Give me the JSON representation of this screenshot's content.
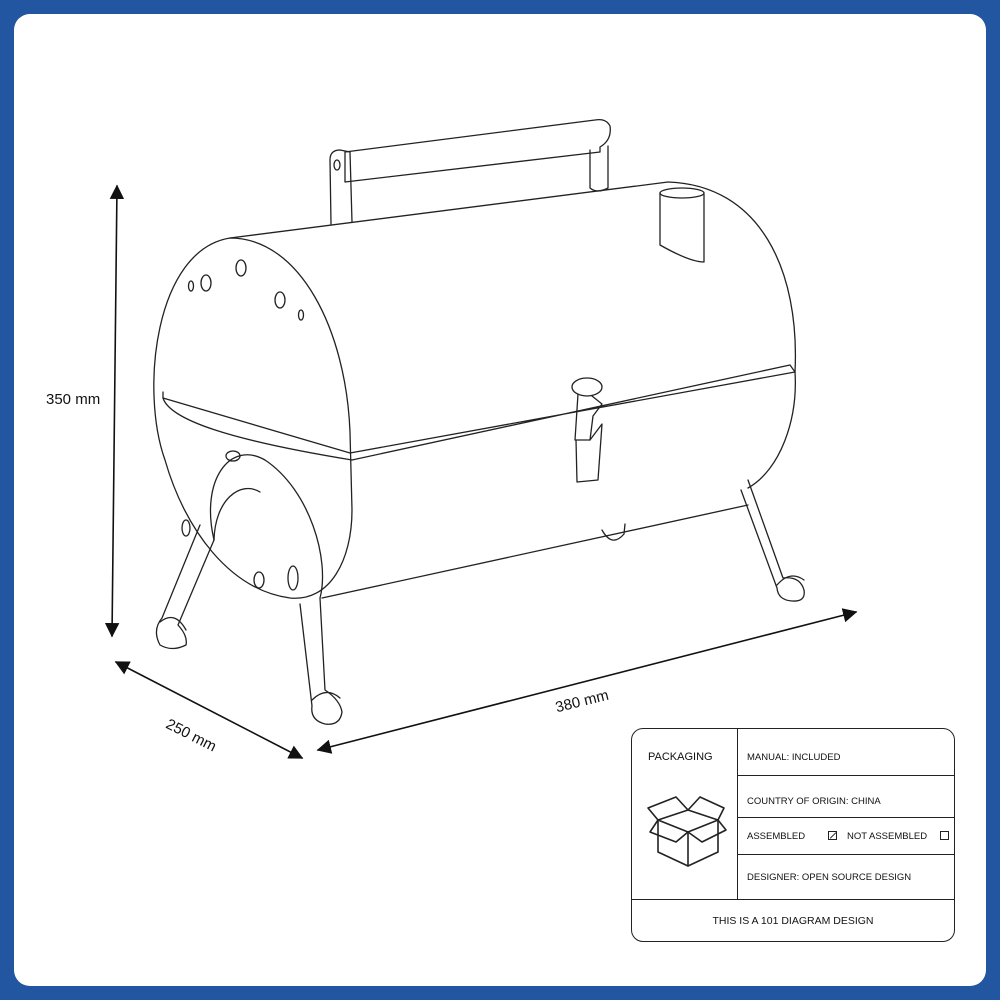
{
  "dimensions": {
    "height": "350 mm",
    "width": "380 mm",
    "depth": "250 mm"
  },
  "info_box": {
    "packaging_label": "PACKAGING",
    "manual": "MANUAL: INCLUDED",
    "country": "COUNTRY OF ORIGIN: CHINA",
    "assembled_label": "ASSEMBLED",
    "assembled_checked": true,
    "not_assembled_label": "NOT ASSEMBLED",
    "not_assembled_checked": false,
    "designer": "DESIGNER: OPEN SOURCE DESIGN",
    "footer": "THIS IS A 101 DIAGRAM DESIGN"
  },
  "icons": [
    "box-icon",
    "grill-illustration",
    "dimension-arrow"
  ],
  "colors": {
    "border": "#2356a0",
    "background": "#ffffff",
    "line": "#222222"
  }
}
